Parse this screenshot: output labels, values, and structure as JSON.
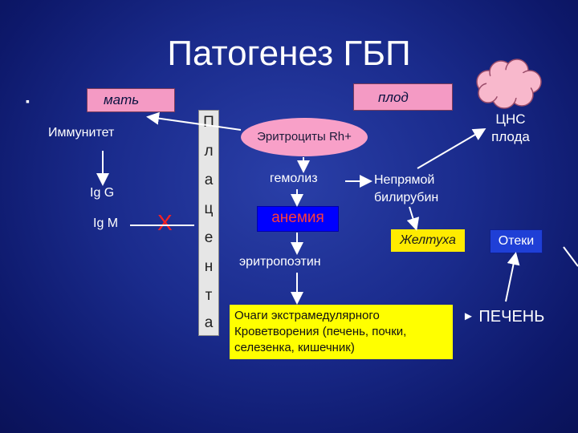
{
  "title": "Патогенез ГБП",
  "bullet": "▪",
  "mother": "мать",
  "fetus": "плод",
  "placenta_letters": [
    "П",
    "л",
    "а",
    "ц",
    "е",
    "н",
    "т",
    "а"
  ],
  "immunity": "Иммунитет",
  "igg": "Ig G",
  "igm": "Ig M",
  "block_mark": "X",
  "erythrocytes": "Эритроциты Rh+",
  "hemolysis": "гемолиз",
  "anemia": "анемия",
  "indirect_bilirubin": [
    "Непрямой",
    "билирубин"
  ],
  "jaundice": "Желтуха",
  "edema": "Отеки",
  "erythropoietin": "эритропоэтин",
  "foci": [
    "Очаги экстрамедулярного",
    "Кроветворения (печень, почки,",
    "селезенка, кишечник)"
  ],
  "liver_arrow": "►",
  "liver": "ПЕЧЕНЬ",
  "cns": [
    "ЦНС",
    "плода"
  ],
  "colors": {
    "background": "#1a2b8c",
    "pink_box": "#f49ac4",
    "anemia_bg": "#0000ff",
    "anemia_text": "#ff3b3b",
    "jaundice_bg": "#ffeb00",
    "edema_bg": "#1f3fd6",
    "foci_bg": "#ffff00",
    "block_mark": "#ff2020"
  }
}
